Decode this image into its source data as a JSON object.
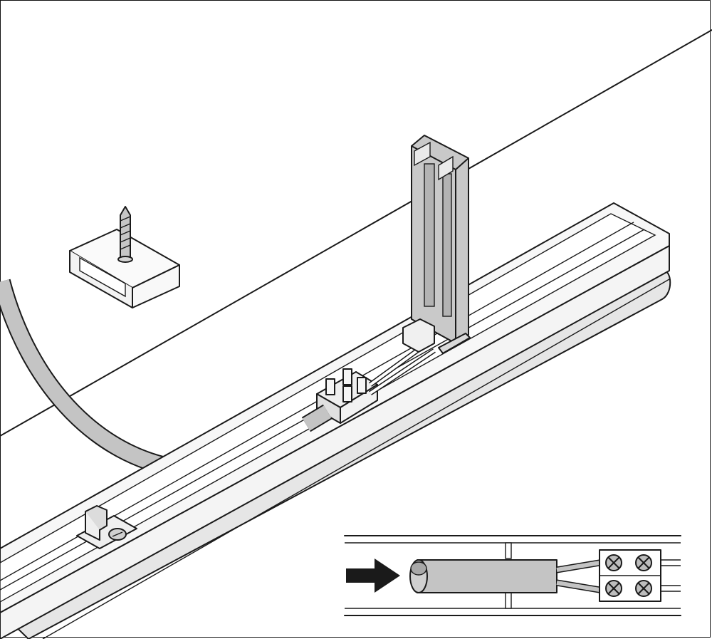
{
  "figure": {
    "kind": "installation-illustration",
    "parts": [
      "mounting-clip-with-screw",
      "luminaire-rail-profile",
      "supply-cable",
      "terminal-block",
      "suspension-bracket",
      "end-fixing-clip"
    ],
    "detail_inset": {
      "arrow": "insertion-direction-arrow",
      "terminal_screws": 4
    }
  },
  "colors": {
    "line": "#1a1a1a",
    "fill_light": "#efefef",
    "fill_mid": "#c9c9c9",
    "fill_dark": "#a8a8a8",
    "cable": "#c4c4c4",
    "background": "#ffffff"
  }
}
